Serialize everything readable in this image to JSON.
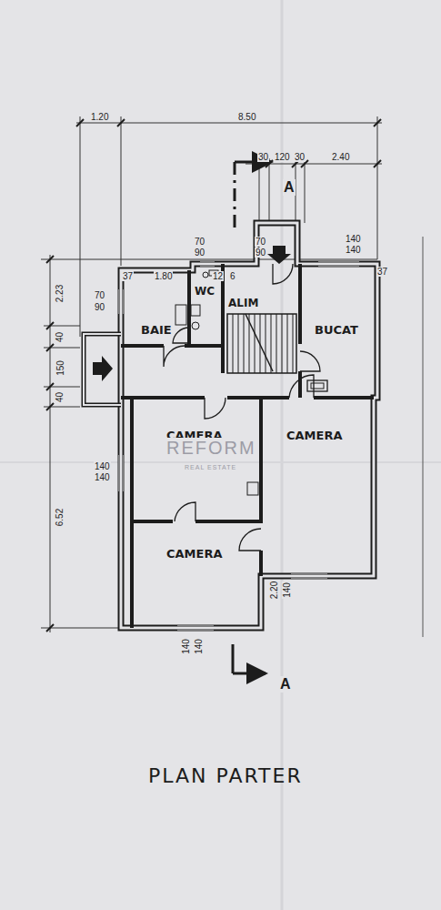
{
  "diagram": {
    "caption": "PLAN PARTER",
    "nodes": [
      {
        "text": [
          "BAIE"
        ]
      },
      {
        "text": [
          "WC"
        ]
      },
      {
        "text": [
          "ALIM"
        ]
      },
      {
        "text": [
          "BUCAT"
        ]
      },
      {
        "text": [
          "CAMERA"
        ]
      },
      {
        "text": [
          "CAMERA"
        ]
      },
      {
        "text": [
          "CAMERA"
        ]
      }
    ],
    "labels": [
      "1.20",
      "8.50",
      "30",
      "120",
      "30",
      "2.40",
      "2.23",
      "40",
      "150",
      "40",
      "6.52",
      "37",
      "1.80",
      "70",
      "90",
      "70",
      "90",
      "70",
      "90",
      "12",
      "6",
      "140",
      "140",
      "37",
      "140",
      "140",
      "2.20",
      "140",
      "140",
      "140",
      "A",
      "A",
      "REFORM",
      "REAL ESTATE"
    ]
  }
}
